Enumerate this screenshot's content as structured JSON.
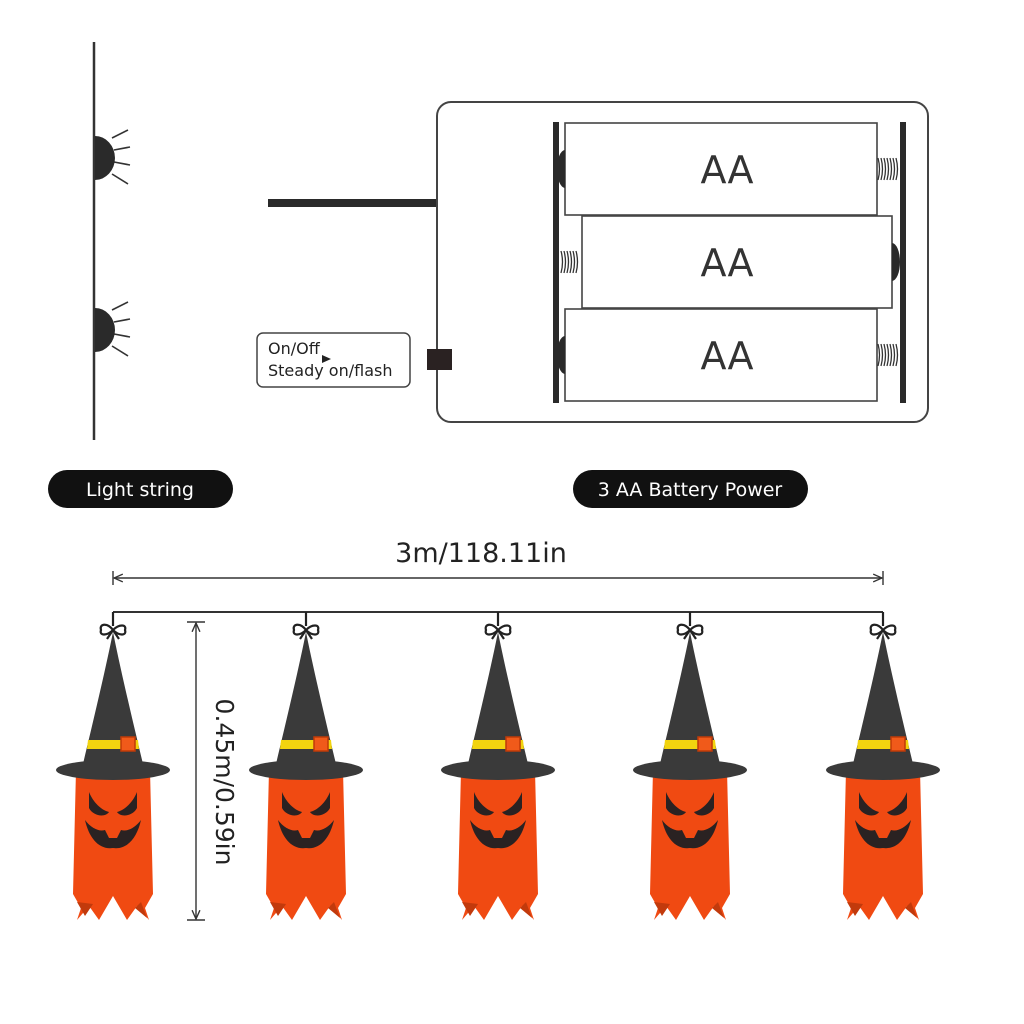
{
  "battery_box": {
    "batteries": [
      "AA",
      "AA",
      "AA"
    ],
    "switch_label_line1": "On/Off",
    "switch_label_line2": "Steady on/flash"
  },
  "labels": {
    "light_string": "Light string",
    "battery_power": "3 AA Battery Power"
  },
  "dimensions": {
    "length": "3m/118.11in",
    "height": "0.45m/0.59in"
  },
  "lights": {
    "count": 5,
    "items": [
      "witch-hat-ghost",
      "witch-hat-ghost",
      "witch-hat-ghost",
      "witch-hat-ghost",
      "witch-hat-ghost"
    ]
  },
  "colors": {
    "hat": "#3a3a3a",
    "band": "#f2d40f",
    "buckle": "#f05a1a",
    "body": "#f04a12",
    "face": "#2a2222",
    "pill": "#111111"
  }
}
